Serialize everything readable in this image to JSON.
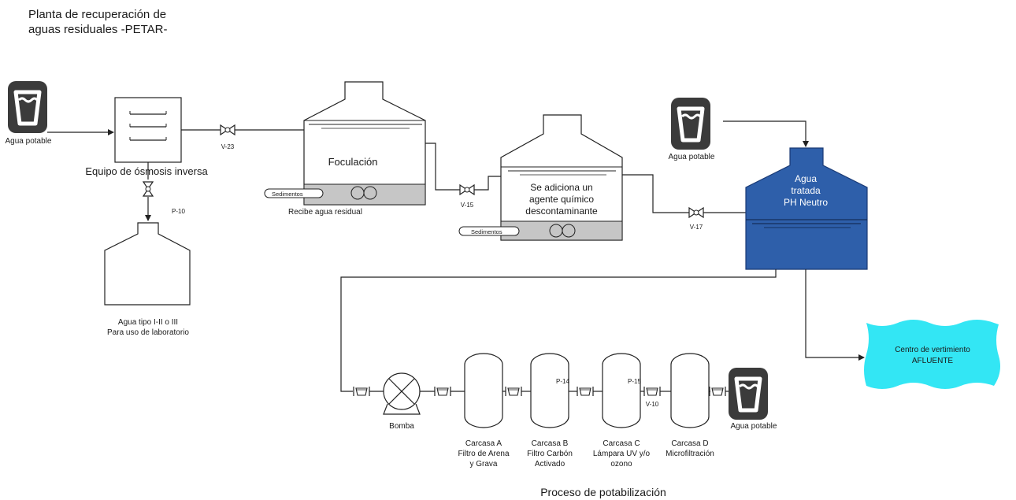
{
  "title": {
    "line1": "Planta de recuperación de",
    "line2": "aguas residuales -PETAR-"
  },
  "labels": {
    "agua_potable_inlet": "Agua potable",
    "agua_potable_tank": "Agua potable",
    "agua_potable_outlet": "Agua potable",
    "osmosis": "Equipo de ósmosis inversa",
    "p10": "P-10",
    "lab_water_line1": "Agua tipo I-II o III",
    "lab_water_line2": "Para uso de laboratorio",
    "v23": "V-23",
    "v15": "V-15",
    "v17": "V-17",
    "v10": "V-10",
    "foculacion": "Foculación",
    "sedimentos_1": "Sedimentos",
    "sedimentos_2": "Sedimentos",
    "recibe": "Recibe agua residual",
    "chem_line1": "Se adiciona un",
    "chem_line2": "agente químico",
    "chem_line3": "descontaminante",
    "treated_line1": "Agua",
    "treated_line2": "tratada",
    "treated_line3": "PH Neutro",
    "centro_line1": "Centro de vertimiento",
    "centro_line2": "AFLUENTE",
    "bomba": "Bomba",
    "p14": "P-14",
    "p15": "P-15",
    "carcasa_a_1": "Carcasa A",
    "carcasa_a_2": "Filtro de Arena",
    "carcasa_a_3": "y Grava",
    "carcasa_b_1": "Carcasa B",
    "carcasa_b_2": "Filtro Carbón",
    "carcasa_b_3": "Activado",
    "carcasa_c_1": "Carcasa  C",
    "carcasa_c_2": "Lámpara UV y/o",
    "carcasa_c_3": "ozono",
    "carcasa_d_1": "Carcasa  D",
    "carcasa_d_2": "Microfiltración",
    "proceso": "Proceso de potabilización"
  },
  "colors": {
    "line": "#222222",
    "treated_tank": "#2e5faa",
    "discharge": "#33e6f4",
    "icon_bg": "#3b3b3b",
    "sediment_band": "#c6c6c6"
  }
}
